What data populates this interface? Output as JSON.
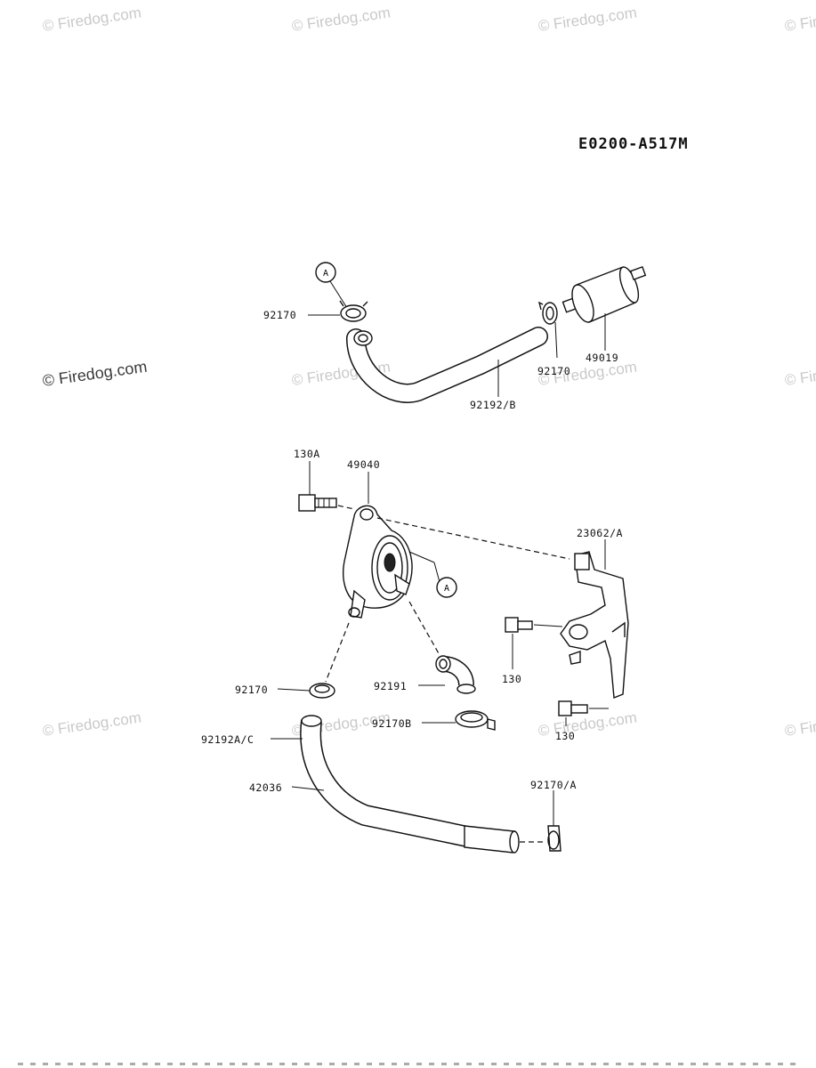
{
  "diagram_code": "E0200-A517M",
  "watermark_text": "© Firedog.com",
  "callout_letter": "A",
  "parts": {
    "p92170_top_left": "92170",
    "p92170_top_right": "92170",
    "p49019": "49019",
    "p92192B": "92192/B",
    "p130A": "130A",
    "p49040": "49040",
    "p23062A": "23062/A",
    "p130_upper": "130",
    "p130_lower": "130",
    "p92170_mid": "92170",
    "p92191": "92191",
    "p92170B": "92170B",
    "p92192AC": "92192A/C",
    "p42036": "42036",
    "p92170A": "92170/A"
  }
}
